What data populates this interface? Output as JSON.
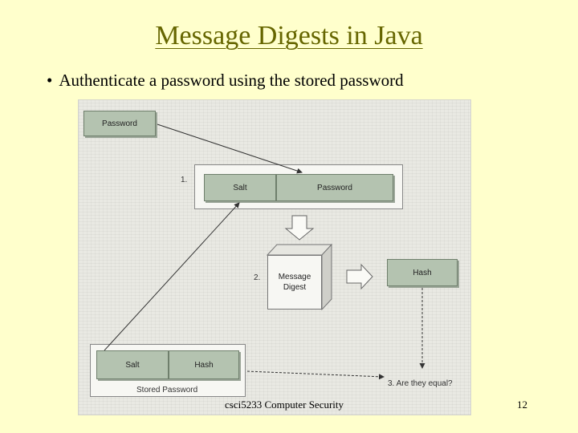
{
  "slide": {
    "title": "Message Digests in Java",
    "bullet_marker": "•",
    "bullet": "Authenticate a password using the stored password",
    "footer": "csci5233 Computer Security",
    "page_number": "12"
  },
  "figure": {
    "password_input": "Password",
    "step1_number": "1.",
    "step1_salt": "Salt",
    "step1_password": "Password",
    "step2_number": "2.",
    "digest_line1": "Message",
    "digest_line2": "Digest",
    "hash_output": "Hash",
    "stored_salt": "Salt",
    "stored_hash": "Hash",
    "stored_caption": "Stored Password",
    "step3_label": "3. Are they equal?"
  }
}
